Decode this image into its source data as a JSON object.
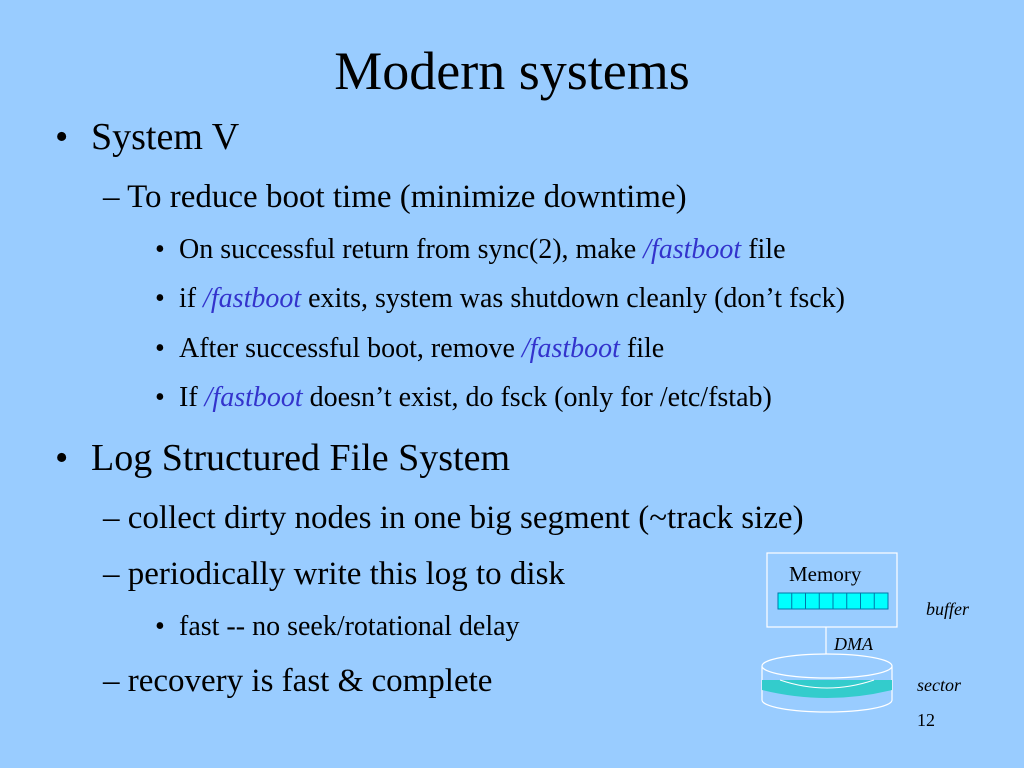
{
  "slide": {
    "title": "Modern systems",
    "bullets": {
      "b1": "System V",
      "b1_s1": "To reduce boot time (minimize downtime)",
      "b1_s1_i1_pre": "On successful return from sync(2), make ",
      "b1_s1_i1_fb": "/fastboot",
      "b1_s1_i1_post": " file",
      "b1_s1_i2_pre": "if ",
      "b1_s1_i2_fb": "/fastboot",
      "b1_s1_i2_post": " exits, system was shutdown cleanly (don’t fsck)",
      "b1_s1_i3_pre": "After successful boot,  remove ",
      "b1_s1_i3_fb": "/fastboot",
      "b1_s1_i3_post": " file",
      "b1_s1_i4_pre": "If ",
      "b1_s1_i4_fb": "/fastboot",
      "b1_s1_i4_post": "  doesn’t exist, do fsck (only for /etc/fstab)",
      "b2": "Log Structured File System",
      "b2_s1": "collect dirty nodes in one big segment (~track size)",
      "b2_s2": "periodically write this log to disk",
      "b2_s2_i1": " fast -- no seek/rotational delay",
      "b2_s3": "recovery is fast & complete"
    },
    "markers": {
      "level1": "•",
      "level2": "–",
      "level3": "•"
    },
    "diagram": {
      "memory_label": "Memory",
      "buffer_label": "buffer",
      "dma_label": "DMA",
      "sector_label": "sector"
    },
    "page_number": "12",
    "colors": {
      "background": "#99ccff",
      "fastboot_text": "#3333cc",
      "buffer_cells": "#00ffff",
      "sector_fill": "#33cccc"
    }
  }
}
